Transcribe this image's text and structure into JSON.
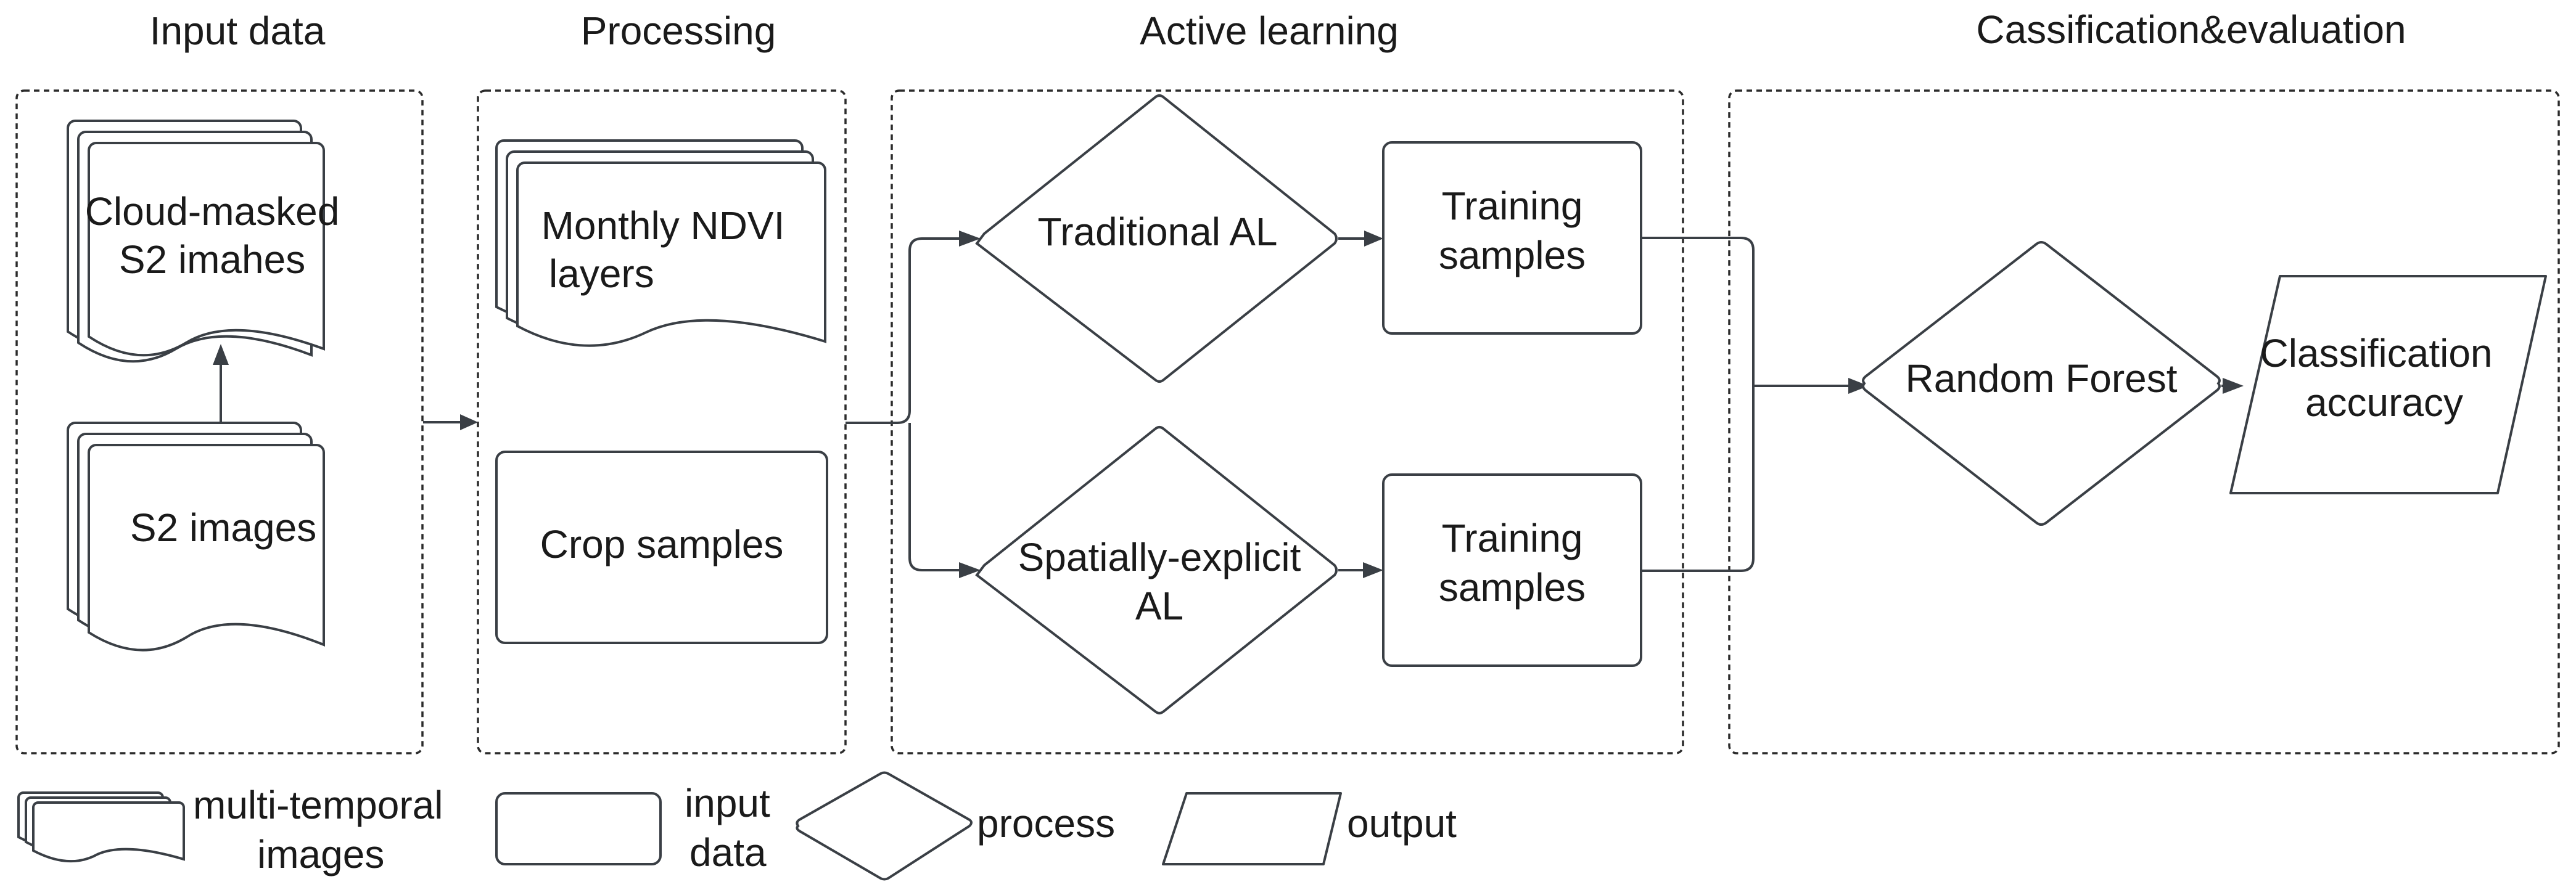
{
  "sections": {
    "input": "Input data",
    "processing": "Processing",
    "active": "Active learning",
    "classification": "Cassification&evaluation"
  },
  "nodes": {
    "cloud_masked": [
      "Cloud-masked",
      "S2 imahes"
    ],
    "s2_images": "S2 images",
    "monthly_ndvi": [
      "Monthly NDVI",
      "layers"
    ],
    "crop_samples": "Crop samples",
    "traditional_al": "Traditional AL",
    "spatial_al": [
      "Spatially-explicit",
      "AL"
    ],
    "training_top": [
      "Training",
      "samples"
    ],
    "training_bottom": [
      "Training",
      "samples"
    ],
    "random_forest": "Random Forest",
    "accuracy": [
      "Classification",
      "accuracy"
    ]
  },
  "legend": {
    "multi_temporal": [
      "multi-temporal",
      "images"
    ],
    "input_data": [
      "input",
      "data"
    ],
    "process": "process",
    "output": "output"
  },
  "colors": {
    "stroke": "#3a3f45",
    "text": "#1a1a1a",
    "background": "#ffffff"
  }
}
